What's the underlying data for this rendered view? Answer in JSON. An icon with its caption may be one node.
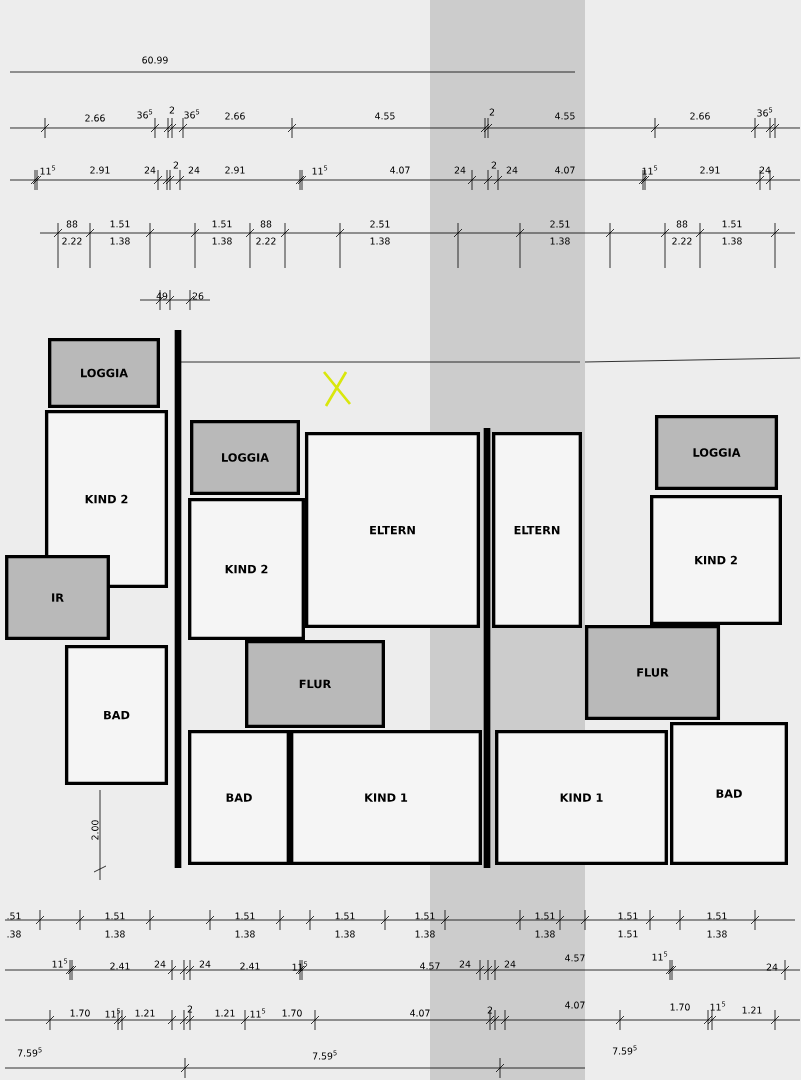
{
  "diagram": {
    "nodes": [
      {
        "text": [
          "LOGGIA"
        ]
      },
      {
        "text": [
          "KIND 2"
        ]
      },
      {
        "text": [
          "LOGGIA"
        ]
      },
      {
        "text": [
          "LOGGIA"
        ]
      },
      {
        "text": [
          "KIND 2"
        ]
      },
      {
        "text": [
          "ELTERN"
        ]
      },
      {
        "text": [
          "ELTERN"
        ]
      },
      {
        "text": [
          "KIND 2"
        ]
      },
      {
        "text": [
          "IR"
        ]
      },
      {
        "text": [
          "FLUR"
        ]
      },
      {
        "text": [
          "FLUR"
        ]
      },
      {
        "text": [
          "BAD"
        ]
      },
      {
        "text": [
          "BAD"
        ]
      },
      {
        "text": [
          "KIND 1"
        ]
      },
      {
        "text": [
          "KIND 1"
        ]
      },
      {
        "text": [
          "BAD"
        ]
      }
    ],
    "labels": [
      "60.99",
      "2.66",
      "36$^{5}$",
      "2",
      "36$^{5}$",
      "2.66",
      "4.55",
      "2",
      "4.55",
      "2.66",
      "36$^{5}$",
      "11$^{5}$",
      "2.91",
      "24",
      "2",
      "24",
      "2.91",
      "11$^{5}$",
      "4.07",
      "24",
      "2",
      "24",
      "4.07",
      "11$^{5}$",
      "2.91",
      "24",
      "88",
      "2.22",
      "1.51",
      "1.38",
      "1.51",
      "1.38",
      "88",
      "2.22",
      "2.51",
      "1.38",
      "2.51",
      "1.38",
      "88",
      "2.22",
      "1.51",
      "1.38",
      "49",
      "26",
      "2.00",
      ".51",
      ".38",
      "1.51",
      "1.38",
      "1.51",
      "1.38",
      "1.51",
      "1.38",
      "1.51",
      "1.38",
      "1.51",
      "1.38",
      "1.51",
      "1.51",
      "1.51",
      "1.38",
      "11$^{5}$",
      "2.41",
      "24",
      "24",
      "2.41",
      "11$^{5}$",
      "4.57",
      "24",
      "24",
      "4.57",
      "11$^{5}$",
      "24",
      "1.70",
      "11$^{5}$",
      "1.21",
      "2",
      "1.21",
      "11$^{5}$",
      "1.70",
      "4.07",
      "2",
      "4.07",
      "1.70",
      "11$^{5}$",
      "1.21",
      "7.59$^{5}$",
      "7.59$^{5}$",
      "7.59$^{5}$"
    ]
  }
}
